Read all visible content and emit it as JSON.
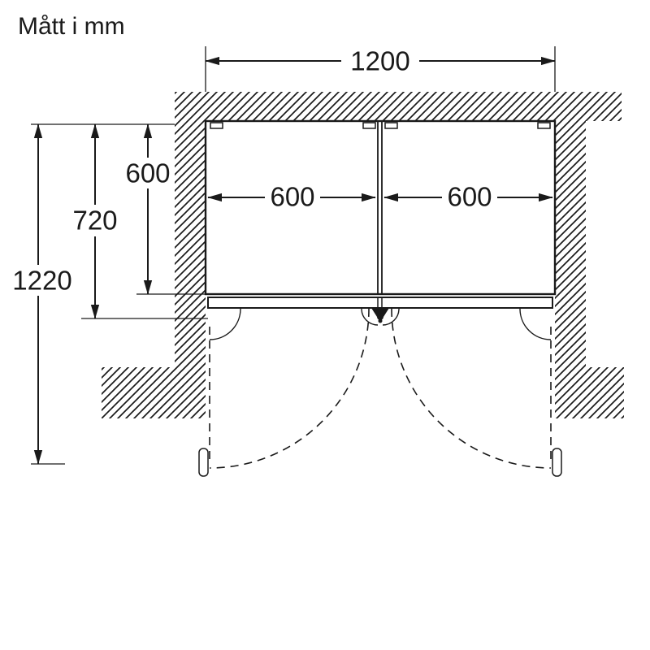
{
  "title": "Mått i mm",
  "colors": {
    "ink": "#1a1a1a",
    "background": "#ffffff"
  },
  "diagram": {
    "type": "appliance-installation-drawing",
    "unit": "mm",
    "labels": {
      "niche_width": "1200",
      "left_door_width": "600",
      "right_door_width": "600",
      "depth_body": "600",
      "depth_with_door": "720",
      "depth_doors_open": "1220"
    }
  }
}
